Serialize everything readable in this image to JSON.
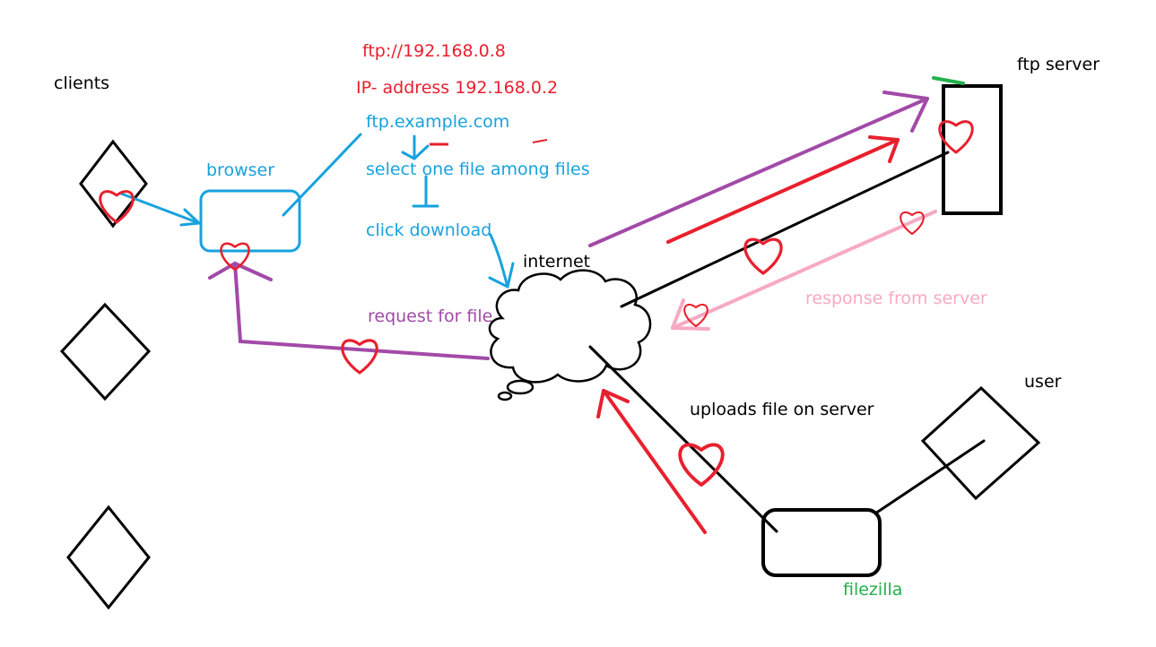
{
  "labels": {
    "clients": "clients",
    "browser": "browser",
    "ftp_url": "ftp://192.168.0.8",
    "ip_address": "IP- address 192.168.0.2",
    "ftp_domain": "ftp.example.com",
    "select_file": "select one file among files",
    "click_download": "click download",
    "internet": "internet",
    "request_for_file": "request for file",
    "ftp_server": "ftp server",
    "response_from_server": "response from server",
    "uploads_file": "uploads file on server",
    "user": "user",
    "filezilla": "filezilla"
  },
  "colors": {
    "black": "#000000",
    "red": "#e8202e",
    "blue": "#17a2de",
    "purple": "#a24aa8",
    "pink": "#f7a9c4",
    "green": "#22b14c"
  }
}
